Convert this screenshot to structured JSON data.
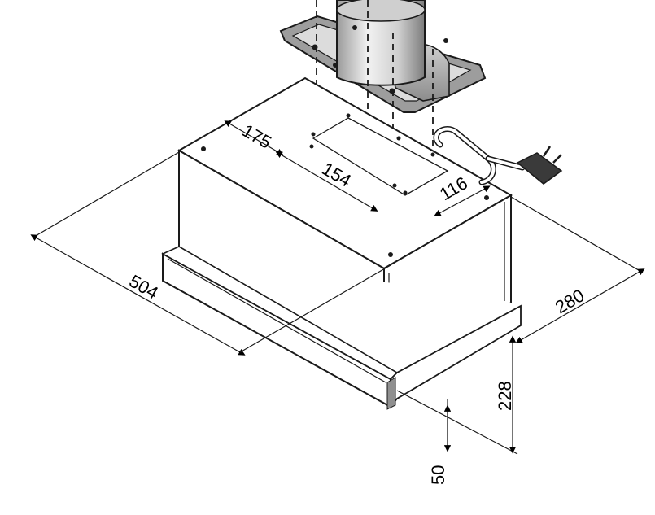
{
  "dimensions": {
    "top_front_offset": "175",
    "cutout_width": "154",
    "cutout_depth": "116",
    "overall_width": "504",
    "overall_depth": "280",
    "overall_height": "228",
    "front_panel_height": "50"
  },
  "colors": {
    "line": "#1a1a1a",
    "body_fill": "#ffffff",
    "duct_light": "#e8e8e8",
    "duct_dark": "#8a8a8a",
    "panel_shade": "#d0d0d0"
  },
  "icons": {
    "plug": "power-plug-icon"
  }
}
